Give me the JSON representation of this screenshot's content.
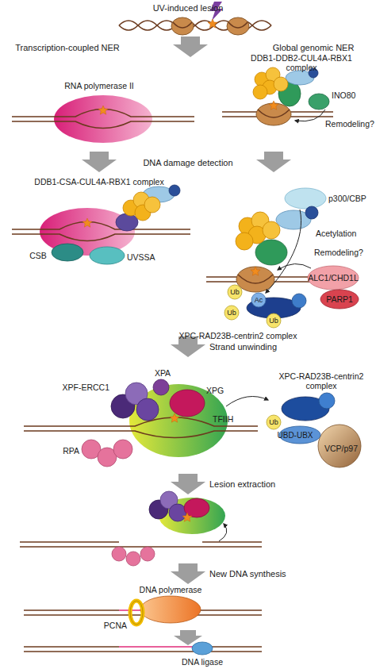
{
  "diagram": {
    "labels": [
      "UV-induced lesion",
      "Transcription-coupled NER",
      "Global genomic NER",
      "DDB1-DDB2-CUL4A-RBX1 complex",
      "RNA polymerase II",
      "INO80",
      "Remodeling?",
      "DNA damage detection",
      "DDB1-CSA-CUL4A-RBX1 complex",
      "p300/CBP",
      "Ub",
      "Ac",
      "Ub",
      "Ub",
      "Acetylation",
      "CSB",
      "UVSSA",
      "Remodeling?",
      "ALC1/CHD1L",
      "PARP1",
      "XPC-RAD23B-centrin2 complex",
      "Strand unwinding",
      "XPA",
      "XPF-ERCC1",
      "XPG",
      "XPC-RAD23B-centrin2 complex",
      "TFIIH",
      "RPA",
      "Ub",
      "UBD-UBX",
      "VCP/p97",
      "Lesion extraction",
      "New DNA synthesis",
      "DNA polymerase",
      "PCNA",
      "DNA ligase"
    ]
  }
}
